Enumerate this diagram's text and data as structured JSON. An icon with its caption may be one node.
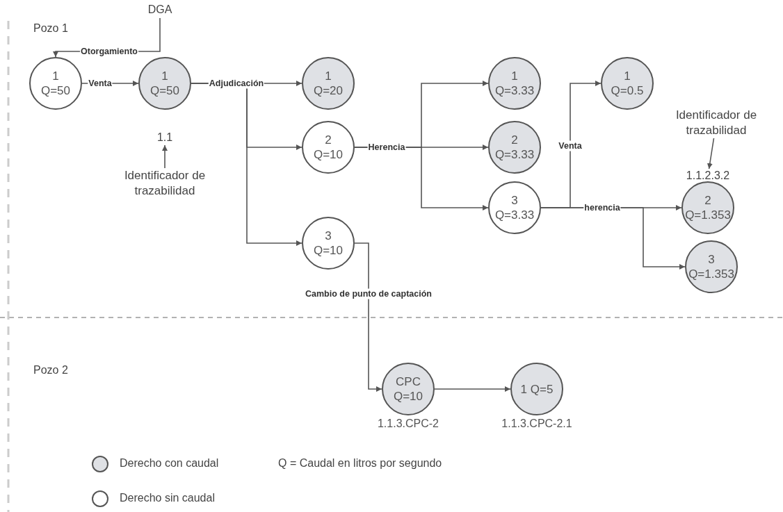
{
  "diagram": {
    "nodes": [
      {
        "text": [
          "DGA"
        ]
      },
      {
        "text": [
          "1",
          "Q=50"
        ]
      },
      {
        "text": [
          "1",
          "Q=50"
        ]
      },
      {
        "text": [
          "1.1"
        ]
      },
      {
        "text": [
          "Identificador de trazabilidad"
        ]
      },
      {
        "text": [
          "1",
          "Q=20"
        ]
      },
      {
        "text": [
          "2",
          "Q=10"
        ]
      },
      {
        "text": [
          "3",
          "Q=10"
        ]
      },
      {
        "text": [
          "1",
          "Q=3.33"
        ]
      },
      {
        "text": [
          "2",
          "Q=3.33"
        ]
      },
      {
        "text": [
          "3",
          "Q=3.33"
        ]
      },
      {
        "text": [
          "1",
          "Q=0.5"
        ]
      },
      {
        "text": [
          "Identificador de trazabilidad"
        ]
      },
      {
        "text": [
          "1.1.2.3.2"
        ]
      },
      {
        "text": [
          "2",
          "Q=1.353"
        ]
      },
      {
        "text": [
          "3",
          "Q=1.353"
        ]
      },
      {
        "text": [
          "CPC",
          "Q=10"
        ],
        "beside": [
          "1.1.3.CPC-2"
        ]
      },
      {
        "text": [
          "1 Q=5"
        ],
        "beside": [
          "1.1.3.CPC-2.1"
        ]
      }
    ],
    "edges": [
      {
        "from": 0,
        "to": 1,
        "arrow": "to",
        "label": "Otorgamiento"
      },
      {
        "from": 1,
        "to": 2,
        "arrow": "to",
        "label": "Venta"
      },
      {
        "from": 2,
        "to": 5,
        "arrow": "to",
        "label": "Adjudicación"
      },
      {
        "from": 2,
        "to": 6,
        "arrow": "to"
      },
      {
        "from": 2,
        "to": 7,
        "arrow": "to"
      },
      {
        "from": 6,
        "to": 8,
        "arrow": "to"
      },
      {
        "from": 6,
        "to": 9,
        "arrow": "to",
        "label": "Herencia"
      },
      {
        "from": 6,
        "to": 10,
        "arrow": "to"
      },
      {
        "from": 10,
        "to": 11,
        "arrow": "to",
        "label": "Venta"
      },
      {
        "from": 10,
        "to": 14,
        "arrow": "to",
        "label": "herencia"
      },
      {
        "from": 10,
        "to": 15,
        "arrow": "to"
      },
      {
        "from": 4,
        "to": 3,
        "arrow": "to"
      },
      {
        "from": 12,
        "to": 13,
        "arrow": "to"
      },
      {
        "from": 7,
        "to": 16,
        "arrow": "to",
        "label": "Cambio de punto de captación"
      },
      {
        "from": 16,
        "to": 17,
        "arrow": "to"
      }
    ],
    "labels": [
      "Pozo 1",
      "Pozo 2",
      "Q = Caudal en litros por segundo"
    ],
    "legend": [
      {
        "text": "Derecho con caudal",
        "color": "#dfe1e5"
      },
      {
        "text": "Derecho sin caudal",
        "color": "#ffffff"
      }
    ]
  }
}
